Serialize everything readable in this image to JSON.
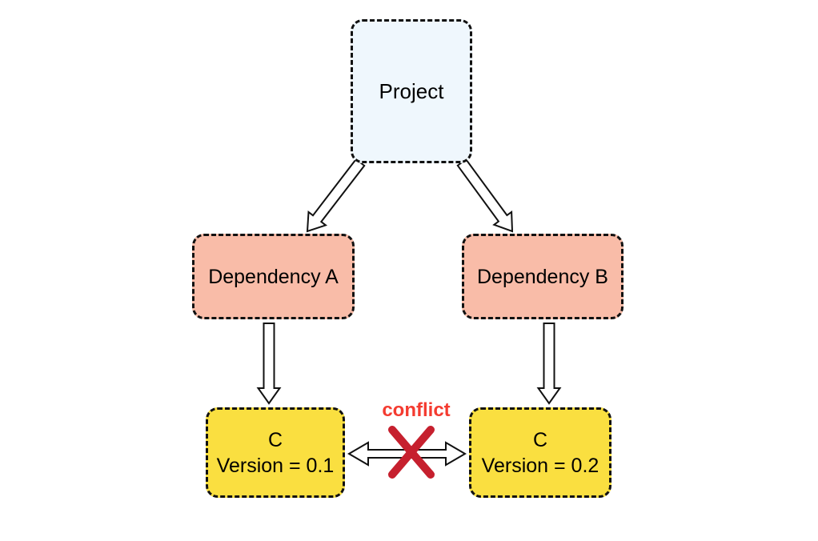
{
  "diagram": {
    "nodes": [
      {
        "id": "project",
        "label": "Project",
        "fill": "#eff7fd"
      },
      {
        "id": "dependency-a",
        "label": "Dependency A",
        "fill": "#f9bca8"
      },
      {
        "id": "dependency-b",
        "label": "Dependency B",
        "fill": "#f9bca8"
      },
      {
        "id": "c-version-01",
        "label": "C",
        "sublabel": "Version = 0.1",
        "fill": "#fadf40"
      },
      {
        "id": "c-version-02",
        "label": "C",
        "sublabel": "Version = 0.2",
        "fill": "#fadf40"
      }
    ],
    "edges": [
      {
        "from": "project",
        "to": "dependency-a",
        "type": "arrow"
      },
      {
        "from": "project",
        "to": "dependency-b",
        "type": "arrow"
      },
      {
        "from": "dependency-a",
        "to": "c-version-01",
        "type": "arrow"
      },
      {
        "from": "dependency-b",
        "to": "c-version-02",
        "type": "arrow"
      },
      {
        "from": "c-version-01",
        "to": "c-version-02",
        "type": "double-arrow",
        "status": "conflict"
      }
    ],
    "conflict_label": "conflict",
    "colors": {
      "conflict_text": "#f43b30",
      "cross": "#c6202e",
      "node_border": "#111111",
      "arrow_outline": "#111111",
      "arrow_fill": "#ffffff",
      "background": "#ffffff"
    }
  }
}
